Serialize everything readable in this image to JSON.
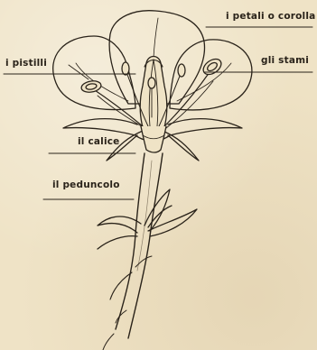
{
  "labels": {
    "petals": "i petali o corolla",
    "stamens": "gli stami",
    "pistils": "i pistilli",
    "calyx": "il calice",
    "peduncle": "il peduncolo"
  },
  "colors": {
    "ink": "#2a231a",
    "paper": "#efe3c6",
    "shade": "#8a7d68"
  }
}
